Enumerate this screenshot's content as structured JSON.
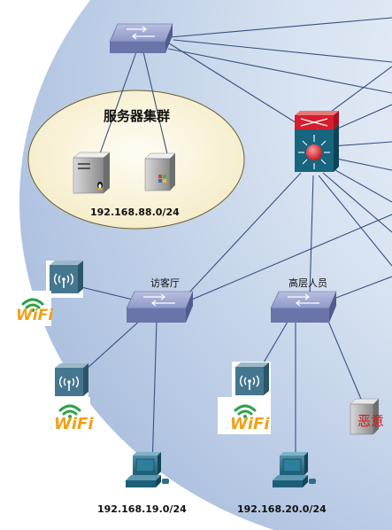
{
  "cluster": {
    "title": "服务器集群",
    "subnet": "192.168.88.0/24"
  },
  "switches": {
    "visitor_label": "访客厅",
    "executive_label": "高层人员"
  },
  "subnets": {
    "visitor": "192.168.19.0/24",
    "executive": "192.168.20.0/24"
  },
  "wifi_text": "WiFi",
  "malicious_label": "恶意",
  "colors": {
    "background_glow": "#b3c6e4",
    "cluster_fill": "#f6eed0",
    "switch_body": "#8d96c6",
    "link_line": "#38507f",
    "core_red": "#d51e2e",
    "core_teal": "#17657f",
    "wifi_orange": "#f0a019",
    "wifi_green": "#2ca14a"
  }
}
